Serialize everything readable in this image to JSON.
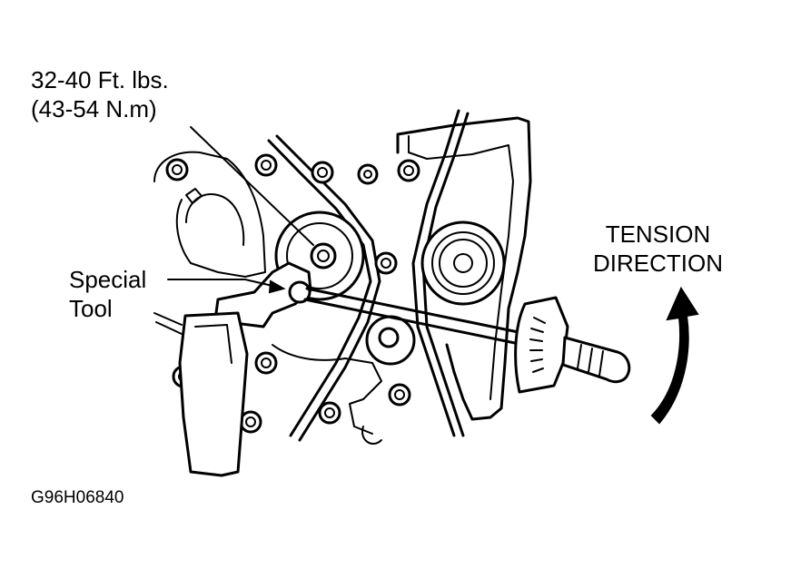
{
  "labels": {
    "torque_line1": "32-40 Ft. lbs.",
    "torque_line2": "(43-54 N.m)",
    "special_tool_line1": "Special",
    "special_tool_line2": "Tool",
    "tension_line1": "TENSION",
    "tension_line2": "DIRECTION",
    "figure_id": "G96H06840"
  },
  "colors": {
    "ink": "#000000",
    "paper": "#ffffff"
  }
}
